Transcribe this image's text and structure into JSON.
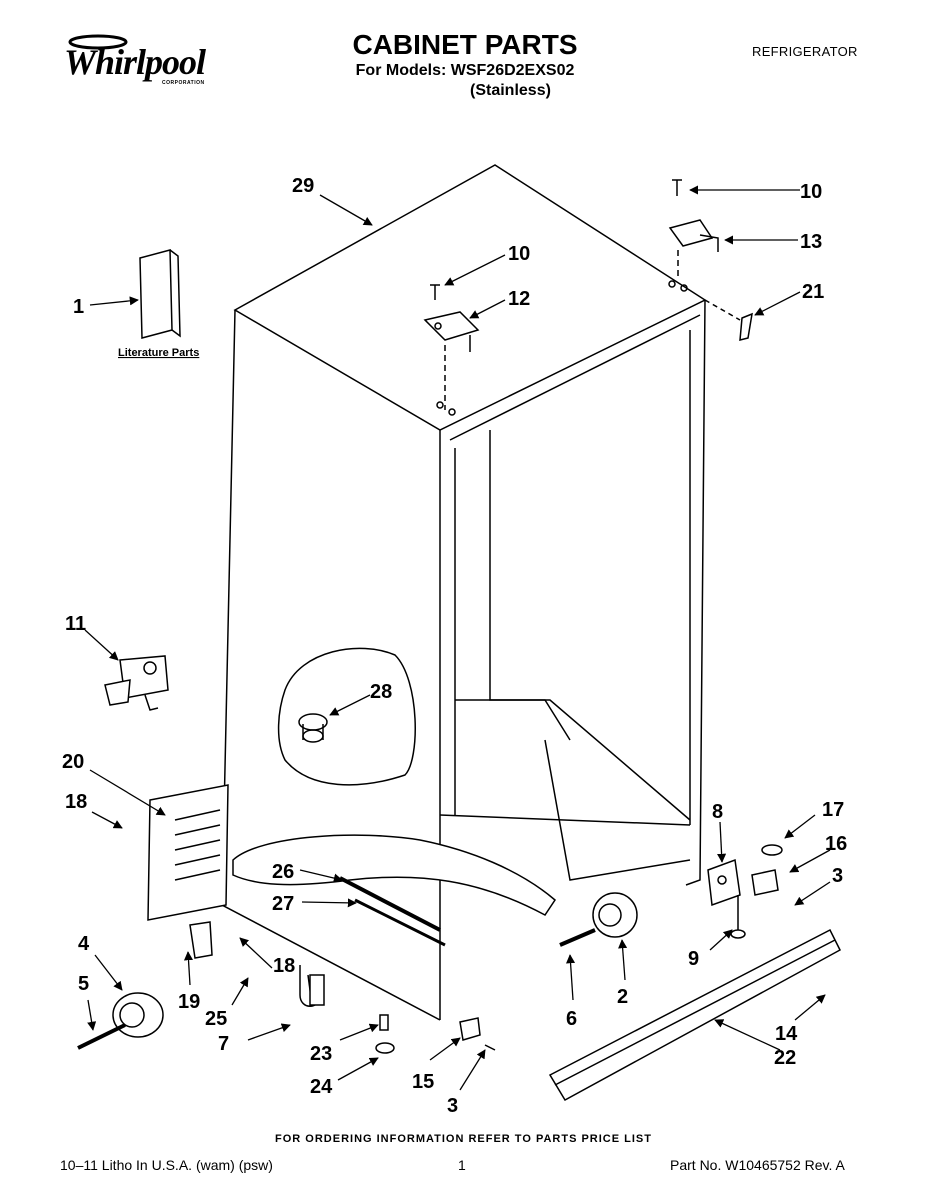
{
  "brand": {
    "logo_text": "Whirlpool",
    "logo_subtext": "CORPORATION"
  },
  "header": {
    "title": "CABINET PARTS",
    "subtitle": "For Models: WSF26D2EXS02",
    "variant": "(Stainless)",
    "product": "REFRIGERATOR"
  },
  "diagram": {
    "literature_label": "Literature Parts",
    "callouts": [
      "29",
      "10",
      "13",
      "21",
      "1",
      "10",
      "12",
      "11",
      "28",
      "20",
      "18",
      "8",
      "17",
      "16",
      "3",
      "26",
      "27",
      "4",
      "18",
      "5",
      "19",
      "25",
      "7",
      "9",
      "2",
      "6",
      "14",
      "23",
      "15",
      "24",
      "3",
      "22"
    ]
  },
  "footer": {
    "ordering_note": "FOR ORDERING INFORMATION REFER TO PARTS PRICE LIST",
    "litho": "10–11 Litho In U.S.A. (wam) (psw)",
    "page": "1",
    "part_no": "Part No. W10465752 Rev. A"
  }
}
